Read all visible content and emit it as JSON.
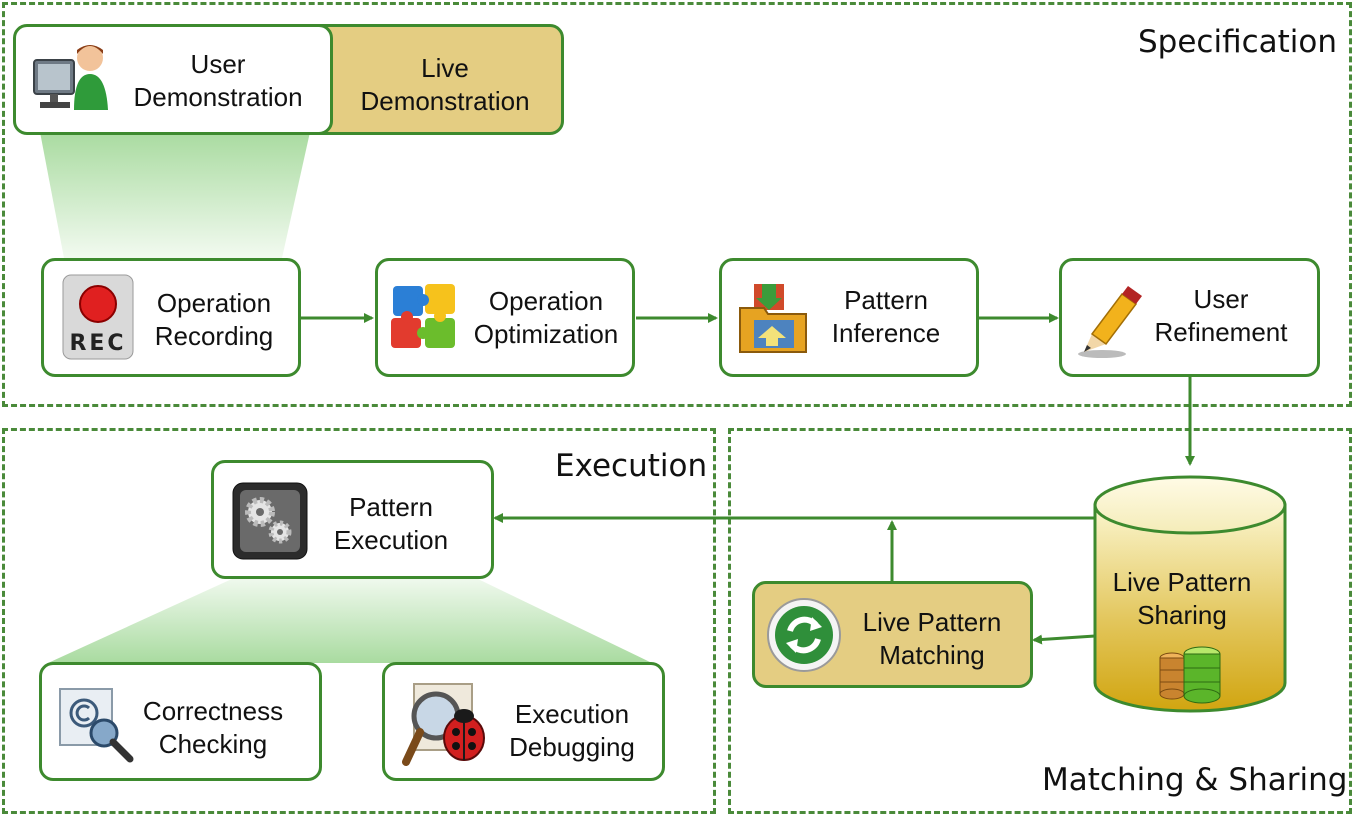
{
  "regions": {
    "specification": "Specification",
    "execution": "Execution",
    "matching_sharing": "Matching & Sharing"
  },
  "nodes": {
    "user_demo": {
      "line1": "User",
      "line2": "Demonstration"
    },
    "live_demo": {
      "line1": "Live",
      "line2": "Demonstration"
    },
    "op_recording": {
      "line1": "Operation",
      "line2": "Recording",
      "icon_text": "REC"
    },
    "op_optimization": {
      "line1": "Operation",
      "line2": "Optimization"
    },
    "pattern_inference": {
      "line1": "Pattern",
      "line2": "Inference"
    },
    "user_refinement": {
      "line1": "User",
      "line2": "Refinement"
    },
    "live_sharing": {
      "line1": "Live Pattern",
      "line2": "Sharing"
    },
    "live_matching": {
      "line1": "Live Pattern",
      "line2": "Matching"
    },
    "pattern_execution": {
      "line1": "Pattern",
      "line2": "Execution"
    },
    "correctness": {
      "line1": "Correctness",
      "line2": "Checking"
    },
    "debugging": {
      "line1": "Execution",
      "line2": "Debugging"
    }
  },
  "icons": {
    "user_demo": "user-computer-icon",
    "op_recording": "rec-icon",
    "op_optimization": "puzzle-icon",
    "pattern_inference": "folder-pattern-icon",
    "user_refinement": "pencil-icon",
    "live_sharing": "database-icon",
    "live_matching": "sync-icon",
    "pattern_execution": "gears-icon",
    "correctness": "magnifier-copyright-icon",
    "debugging": "ladybug-magnifier-icon"
  },
  "colors": {
    "border": "#3d8a2e",
    "region_border": "#4a8a3a",
    "gold_fill": "#e4cd82",
    "funnel": "#bfe3b8"
  }
}
